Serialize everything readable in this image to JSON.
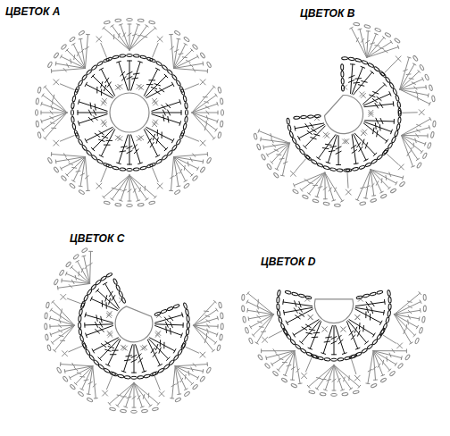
{
  "diagram": {
    "labels": [
      "ЦВЕТОК A",
      "ЦВЕТОК B",
      "ЦВЕТОК C",
      "ЦВЕТОК D"
    ]
  }
}
